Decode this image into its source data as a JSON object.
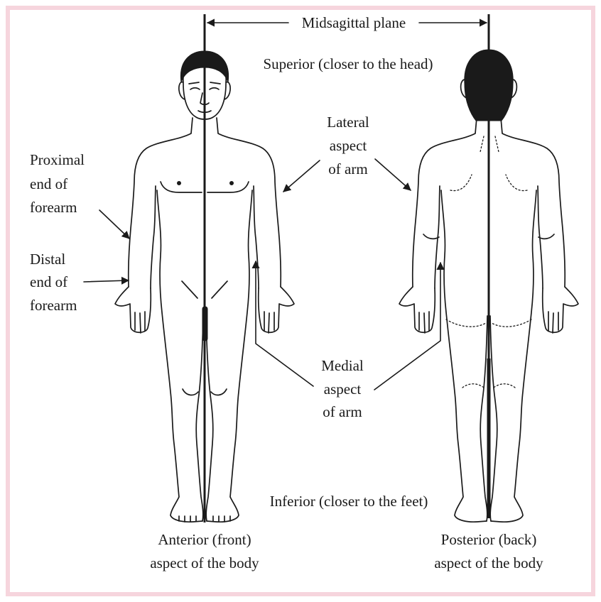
{
  "labels": {
    "midsagittal_plane": "Midsagittal plane",
    "superior": "Superior (closer to the head)",
    "lateral": [
      "Lateral",
      "aspect",
      "of arm"
    ],
    "proximal": [
      "Proximal",
      "end of",
      "forearm"
    ],
    "distal": [
      "Distal",
      "end of",
      "forearm"
    ],
    "medial": [
      "Medial",
      "aspect",
      "of arm"
    ],
    "inferior": "Inferior (closer to the feet)",
    "anterior_caption": [
      "Anterior (front)",
      "aspect of the body"
    ],
    "posterior_caption": [
      "Posterior (back)",
      "aspect of the body"
    ]
  },
  "colors": {
    "frame": "#f6d5dd",
    "ink": "#1a1a1a",
    "background": "#ffffff"
  }
}
